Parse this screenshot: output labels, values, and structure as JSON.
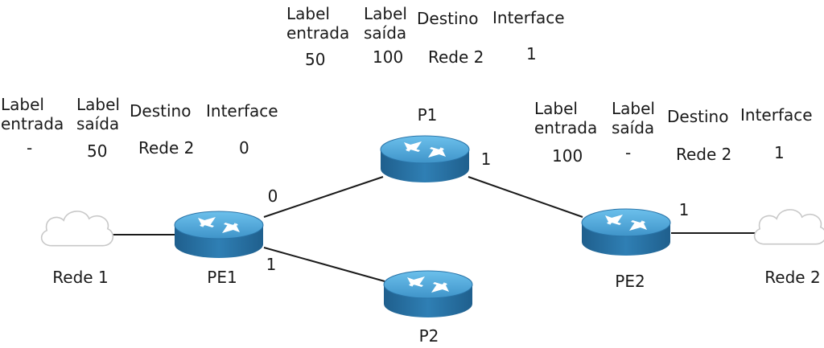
{
  "table_headers": {
    "label_in": "Label\nentrada",
    "label_out": "Label\nsaída",
    "destination": "Destino",
    "interface": "Interface"
  },
  "tables": {
    "pe1": {
      "label_in": "-",
      "label_out": "50",
      "destination": "Rede 2",
      "interface": "0"
    },
    "p1": {
      "label_in": "50",
      "label_out": "100",
      "destination": "Rede 2",
      "interface": "1"
    },
    "pe2": {
      "label_in": "100",
      "label_out": "-",
      "destination": "Rede 2",
      "interface": "1"
    }
  },
  "nodes": {
    "rede1": "Rede 1",
    "rede2": "Rede 2",
    "pe1": "PE1",
    "p1": "P1",
    "p2": "P2",
    "pe2": "PE2"
  },
  "interfaces": {
    "pe1_to_p1": "0",
    "pe1_to_p2": "1",
    "p1_to_pe2": "1",
    "pe2_to_rede2": "1"
  },
  "colors": {
    "router_top": "#4aa3d6",
    "router_body": "#2a74a8",
    "cloud_fill": "#ffffff",
    "cloud_stroke": "#c8c8c8",
    "link": "#1a1a1a"
  }
}
